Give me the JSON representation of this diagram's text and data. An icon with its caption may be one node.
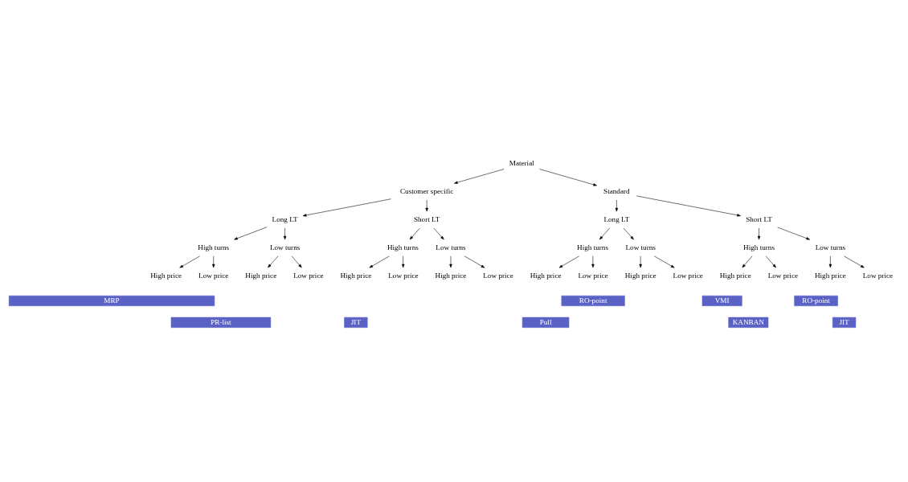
{
  "diagram": {
    "nodes": [
      {
        "text": [
          "Material"
        ]
      },
      {
        "text": [
          "Customer specific"
        ]
      },
      {
        "text": [
          "Standard"
        ]
      },
      {
        "text": [
          "Long LT"
        ]
      },
      {
        "text": [
          "Short LT"
        ]
      },
      {
        "text": [
          "Long LT"
        ]
      },
      {
        "text": [
          "Short LT"
        ]
      },
      {
        "text": [
          "High turns"
        ]
      },
      {
        "text": [
          "Low turns"
        ]
      },
      {
        "text": [
          "High turns"
        ]
      },
      {
        "text": [
          "Low turns"
        ]
      },
      {
        "text": [
          "High turns"
        ]
      },
      {
        "text": [
          "Low turns"
        ]
      },
      {
        "text": [
          "High turns"
        ]
      },
      {
        "text": [
          "Low turns"
        ]
      },
      {
        "text": [
          "High price"
        ]
      },
      {
        "text": [
          "Low price"
        ]
      },
      {
        "text": [
          "High price"
        ]
      },
      {
        "text": [
          "Low price"
        ]
      },
      {
        "text": [
          "High price"
        ]
      },
      {
        "text": [
          "Low price"
        ]
      },
      {
        "text": [
          "High price"
        ]
      },
      {
        "text": [
          "Low price"
        ]
      },
      {
        "text": [
          "High price"
        ]
      },
      {
        "text": [
          "Low price"
        ]
      },
      {
        "text": [
          "High price"
        ]
      },
      {
        "text": [
          "Low price"
        ]
      },
      {
        "text": [
          "High price"
        ]
      },
      {
        "text": [
          "Low price"
        ]
      },
      {
        "text": [
          "High price"
        ]
      },
      {
        "text": [
          "Low price"
        ]
      },
      {
        "text": [
          "MRP"
        ]
      },
      {
        "text": [
          "RO-point"
        ]
      },
      {
        "text": [
          "VMI"
        ]
      },
      {
        "text": [
          "RO-point"
        ]
      },
      {
        "text": [
          "PR-list"
        ]
      },
      {
        "text": [
          "JIT"
        ]
      },
      {
        "text": [
          "Pull"
        ]
      },
      {
        "text": [
          "KANBAN"
        ]
      },
      {
        "text": [
          "JIT"
        ]
      }
    ],
    "edges": [
      {
        "from": 0,
        "to": 1,
        "arrow": "to"
      },
      {
        "from": 0,
        "to": 2,
        "arrow": "to"
      },
      {
        "from": 1,
        "to": 3,
        "arrow": "to"
      },
      {
        "from": 1,
        "to": 4,
        "arrow": "to"
      },
      {
        "from": 2,
        "to": 5,
        "arrow": "to"
      },
      {
        "from": 2,
        "to": 6,
        "arrow": "to"
      },
      {
        "from": 3,
        "to": 7,
        "arrow": "to"
      },
      {
        "from": 3,
        "to": 8,
        "arrow": "to"
      },
      {
        "from": 4,
        "to": 9,
        "arrow": "to"
      },
      {
        "from": 4,
        "to": 10,
        "arrow": "to"
      },
      {
        "from": 5,
        "to": 11,
        "arrow": "to"
      },
      {
        "from": 5,
        "to": 12,
        "arrow": "to"
      },
      {
        "from": 6,
        "to": 13,
        "arrow": "to"
      },
      {
        "from": 6,
        "to": 14,
        "arrow": "to"
      },
      {
        "from": 7,
        "to": 15,
        "arrow": "to"
      },
      {
        "from": 7,
        "to": 16,
        "arrow": "to"
      },
      {
        "from": 8,
        "to": 17,
        "arrow": "to"
      },
      {
        "from": 8,
        "to": 18,
        "arrow": "to"
      },
      {
        "from": 9,
        "to": 19,
        "arrow": "to"
      },
      {
        "from": 9,
        "to": 20,
        "arrow": "to"
      },
      {
        "from": 10,
        "to": 21,
        "arrow": "to"
      },
      {
        "from": 10,
        "to": 22,
        "arrow": "to"
      },
      {
        "from": 11,
        "to": 23,
        "arrow": "to"
      },
      {
        "from": 11,
        "to": 24,
        "arrow": "to"
      },
      {
        "from": 12,
        "to": 25,
        "arrow": "to"
      },
      {
        "from": 12,
        "to": 26,
        "arrow": "to"
      },
      {
        "from": 13,
        "to": 27,
        "arrow": "to"
      },
      {
        "from": 13,
        "to": 28,
        "arrow": "to"
      },
      {
        "from": 14,
        "to": 29,
        "arrow": "to"
      },
      {
        "from": 14,
        "to": 30,
        "arrow": "to"
      }
    ]
  }
}
